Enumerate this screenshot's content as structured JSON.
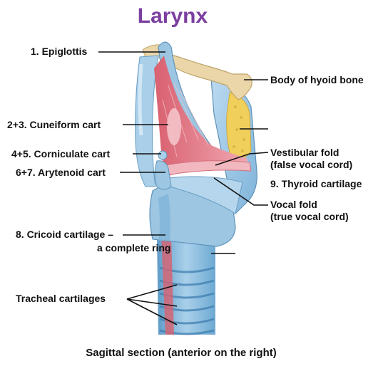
{
  "title": "Larynx",
  "caption": "Sagittal section (anterior on the right)",
  "labels": {
    "epiglottis": "1. Epiglottis",
    "hyoid": "Body of hyoid bone",
    "cuneiform": "2+3. Cuneiform cart",
    "corniculate": "4+5. Corniculate cart",
    "arytenoid": "6+7. Arytenoid cart",
    "vestibular_line1": "Vestibular fold",
    "vestibular_line2": "(false vocal cord)",
    "thyroid": "9. Thyroid cartilage",
    "vocal_line1": "Vocal fold",
    "vocal_line2": "(true vocal cord)",
    "cricoid_line1": "8. Cricoid cartilage –",
    "cricoid_line2": "a complete ring",
    "tracheal": "Tracheal cartilages"
  },
  "colors": {
    "title": "#7b3fa0",
    "cartilage_blue": "#9cc6e2",
    "cartilage_light": "#cfe4f2",
    "mucosa_pink": "#e0707f",
    "mucosa_light": "#f2b8bf",
    "hyoid_tan": "#ead6a8",
    "fat_yellow": "#f0cf5a",
    "leader": "#111111"
  }
}
